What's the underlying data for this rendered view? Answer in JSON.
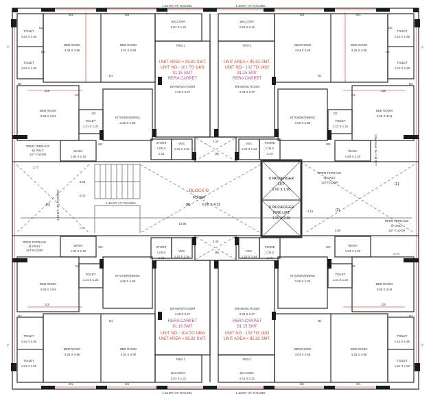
{
  "railing": {
    "top_left": "1.15 MT. HT. RAILING",
    "top_right": "1.15 MT. HT. RAILING",
    "bottom_left": "1.15 MT. HT. RAILING",
    "bottom_right": "1.15 MT. HT. RAILING"
  },
  "balcony": {
    "name": "BALCONY",
    "size": "2.91 X 1.21",
    "size_bottom": "2.01 X 1.21"
  },
  "frd": "FRD-1",
  "toilet": {
    "name": "TOILET",
    "size": "1.51 X 1.92",
    "size_small": "1.21 X 1.24"
  },
  "bedroom": {
    "name": "BED ROOM",
    "size_a": "3.35 X 3.96",
    "size_b": "3.04 X 3.50",
    "size_c": "3.65 X 3.04"
  },
  "kitchen": {
    "name": "KITCHEN/DINING",
    "size": "2.66 X 4.82"
  },
  "drawing": {
    "name": "DRAWING ROOM",
    "size": "3.28 X 5.27"
  },
  "wash": {
    "name": "WASH",
    "size": "1.94 X 1.22"
  },
  "store": {
    "name": "STORE",
    "size": "1.05 X",
    "size2": "1.43"
  },
  "ves": {
    "name": "VES.",
    "size": "1.24 X 1.54"
  },
  "units": {
    "tl": {
      "area": "UNIT AREA = 95.82 SMT.",
      "no": "UNIT NO - 101 TO 1401",
      "carpet": "91.15 SMT",
      "rera": "RERA CARPET"
    },
    "tr": {
      "area": "UNIT AREA = 95.82 SMT.",
      "no": "UNIT NO - 102 TO 1402",
      "carpet": "91.15 SMT",
      "rera": "RERA CARPET"
    },
    "bl": {
      "rera": "RERA CARPET",
      "carpet": "91.15 SMT",
      "no": "UNIT NO - 104 TO 1404",
      "area": "UNIT AREA = 95.82 SMT."
    },
    "br": {
      "rera": "RERA CARPET",
      "carpet": "91.15 SMT",
      "no": "UNIT NO - 103 TO 1403",
      "area": "UNIT AREA = 95.82 SMT."
    }
  },
  "core": {
    "block": "BLOCK-B",
    "foyer": "FOYER",
    "foyer_mark": "(A)",
    "foyer_size": "6.06 X 4.15",
    "lift1": "8 PASSENGER",
    "lift1b": "LIFT",
    "lift1_size": "2.00 X 1.96",
    "lift2": "8 PASSENGER",
    "lift2b": "FIRE LIFT",
    "lift2_size": "1.96 X 2.00",
    "railing": "1.15 MT. HT. RAILING",
    "dim_1368": "13.68",
    "dim_240": "2.40",
    "mark_b": "(B)",
    "dim_277": "2.77",
    "dim_405": "4.05",
    "dim_415": "4.15",
    "dim_200": "2.00",
    "dim_226": "2.26"
  },
  "terrace": {
    "left_1": "OPEN TERRACE",
    "left_2": "@ ONLY",
    "left_3": "1ST FLOOR",
    "right_1": "OPEN TERRACE",
    "right_2": "@ ONLY",
    "right_3": "1ST FLOOR",
    "mark_1": "(1)",
    "mark_2": "(2)",
    "parapet": "1.15 MT. HT. PARAPET"
  },
  "marks": {
    "w1": "W1",
    "w2": "W2",
    "d1": "D1",
    "d2": "D2",
    "v": "V",
    "dim": "115"
  }
}
